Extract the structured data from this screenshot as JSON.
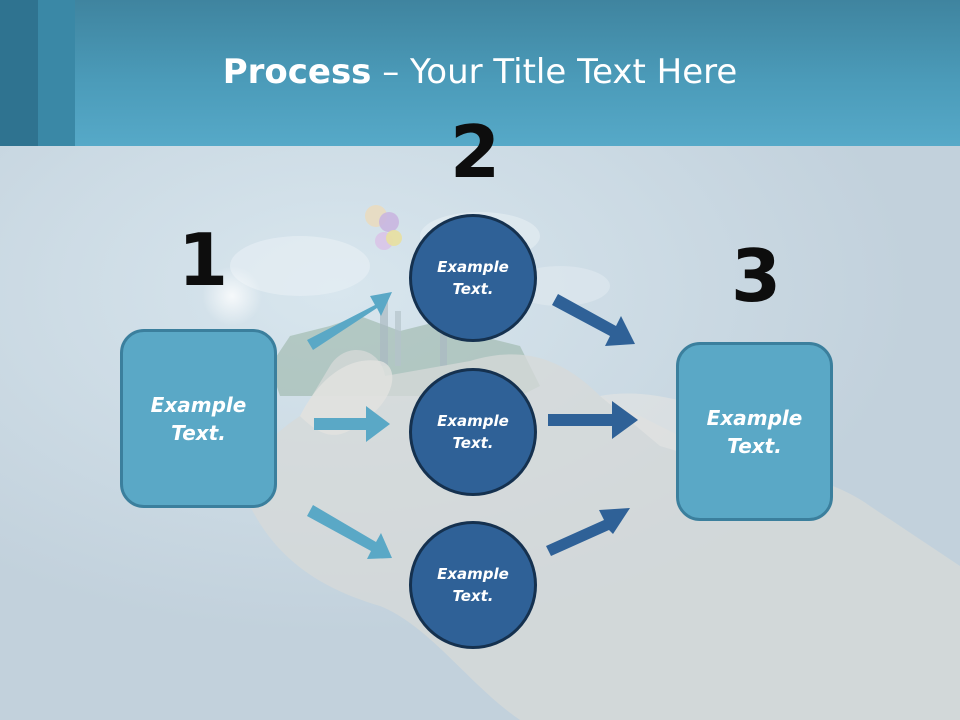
{
  "slide": {
    "title_bold": "Process",
    "title_rest": " – Your Title Text Here"
  },
  "steps": {
    "step1": {
      "number": "1",
      "text": "Example\nText."
    },
    "step2": {
      "number": "2",
      "items": [
        {
          "text": "Example\nText."
        },
        {
          "text": "Example\nText."
        },
        {
          "text": "Example\nText."
        }
      ]
    },
    "step3": {
      "number": "3",
      "text": "Example\nText."
    }
  },
  "colors": {
    "header": "#4b9bb9",
    "box_fill": "#5aa8c6",
    "circle_fill": "#2f6197",
    "arrow_light": "#5aa8c6",
    "arrow_dark": "#2f6197"
  }
}
